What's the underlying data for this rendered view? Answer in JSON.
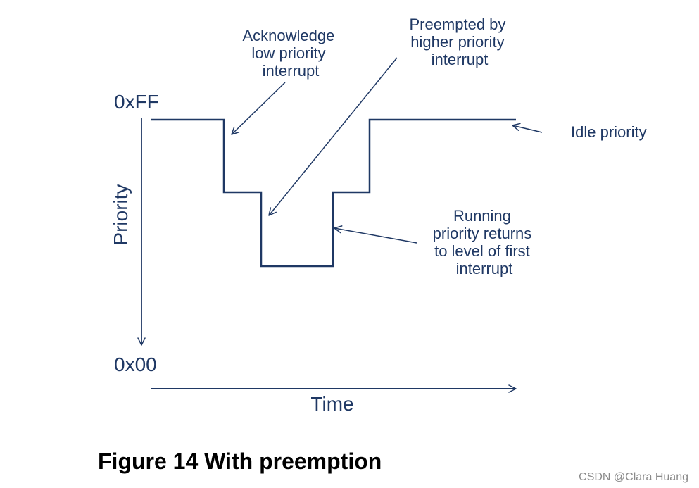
{
  "colors": {
    "ink": "#1f3864",
    "caption": "#000000",
    "watermark": "#8a8a8a"
  },
  "diagram": {
    "y_axis": {
      "title": "Priority",
      "top_label": "0xFF",
      "bottom_label": "0x00"
    },
    "x_axis": {
      "title": "Time"
    },
    "annotations": {
      "acknowledge": [
        "Acknowledge",
        "low priority",
        "interrupt"
      ],
      "preempted": [
        "Preempted by",
        "higher priority",
        "interrupt"
      ],
      "idle": "Idle priority",
      "running": [
        "Running",
        "priority returns",
        "to level of first",
        "interrupt"
      ]
    }
  },
  "caption": "Figure 14 With preemption",
  "watermark": "CSDN @Clara Huang"
}
